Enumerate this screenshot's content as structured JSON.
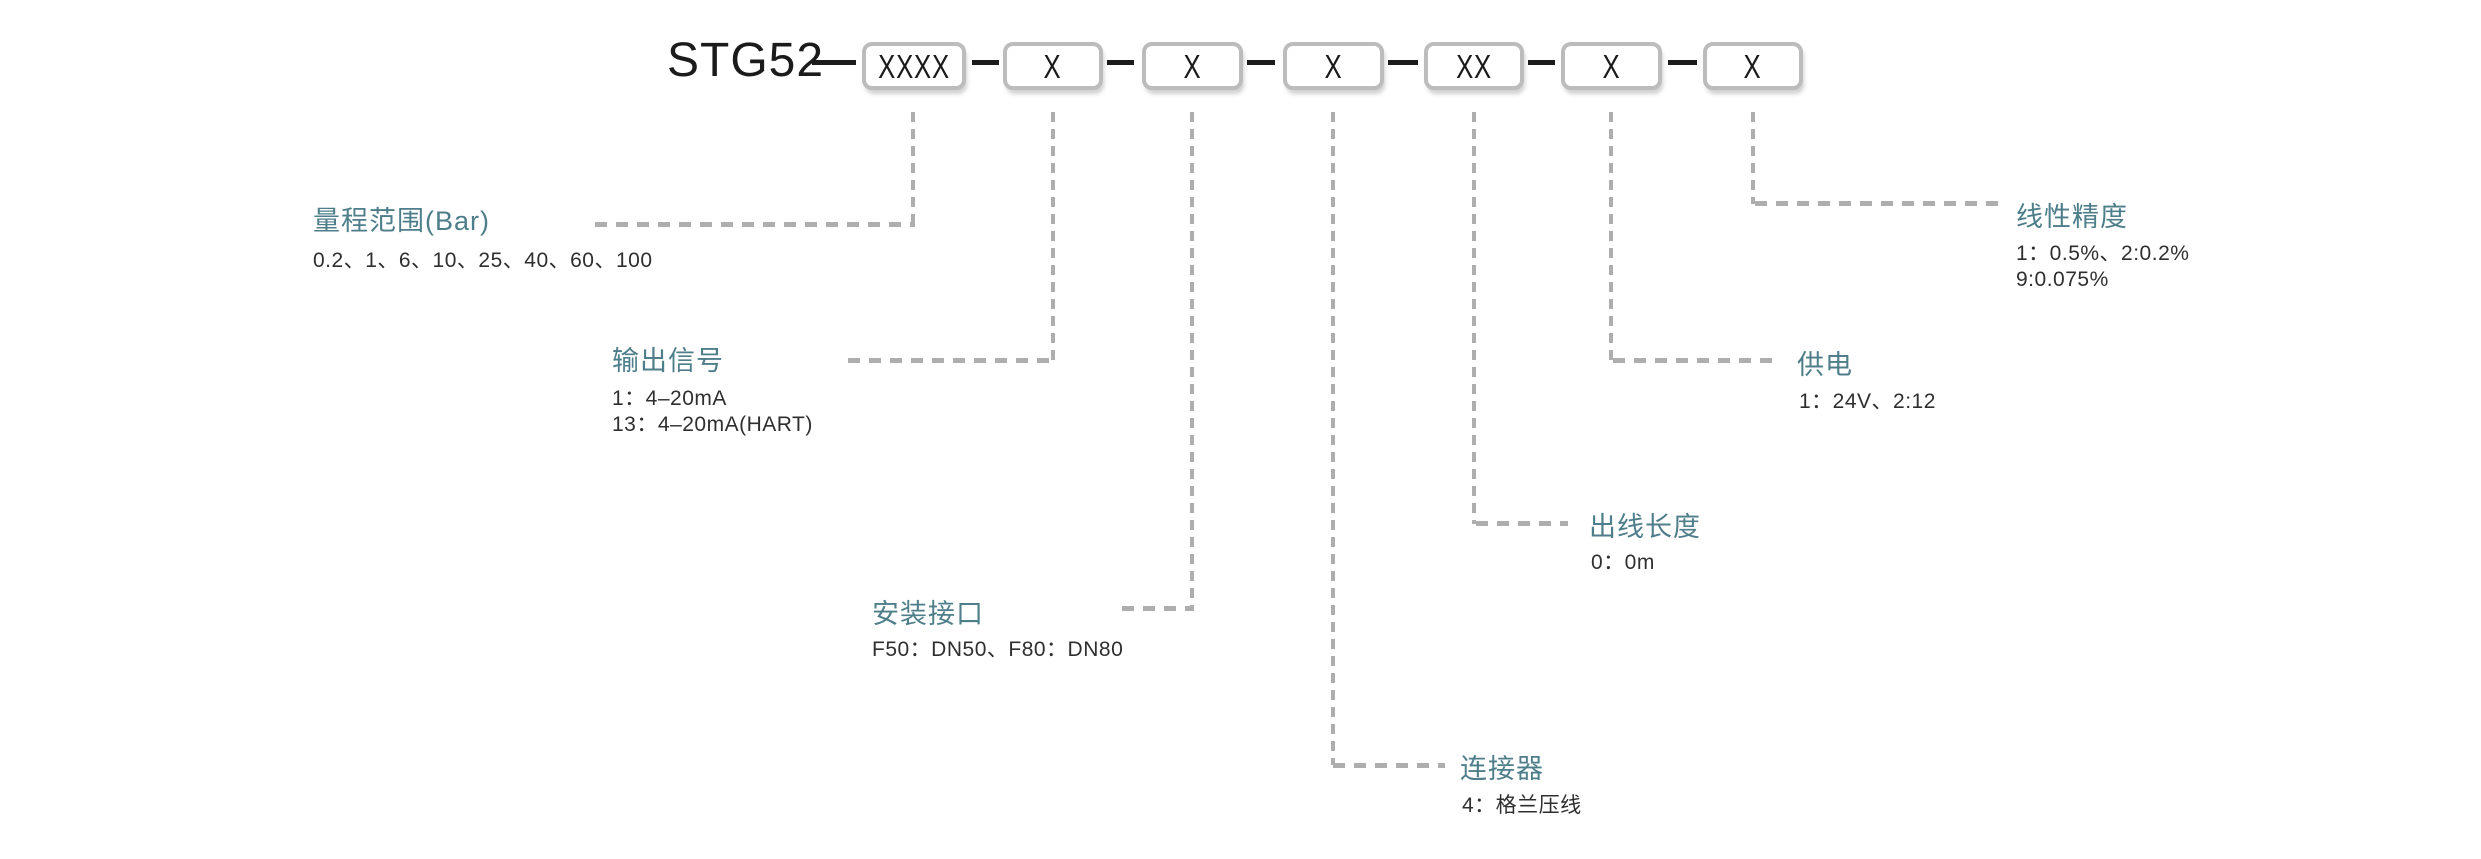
{
  "code": {
    "prefix": "STG52",
    "segments": [
      "XXXX",
      "X",
      "X",
      "X",
      "XX",
      "X",
      "X"
    ]
  },
  "fields": [
    {
      "name": "range",
      "label": "量程范围(Bar)",
      "values": [
        "0.2、1、6、10、25、40、60、100"
      ]
    },
    {
      "name": "output_signal",
      "label": "输出信号",
      "values": [
        "1：4–20mA",
        "13：4–20mA(HART)"
      ]
    },
    {
      "name": "mounting_interface",
      "label": "安装接口",
      "values": [
        "F50：DN50、F80：DN80"
      ]
    },
    {
      "name": "connector",
      "label": "连接器",
      "values": [
        "4：格兰压线"
      ]
    },
    {
      "name": "cable_length",
      "label": "出线长度",
      "values": [
        "0：0m"
      ]
    },
    {
      "name": "power_supply",
      "label": "供电",
      "values": [
        "1：24V、2:12"
      ]
    },
    {
      "name": "linearity_accuracy",
      "label": "线性精度",
      "values": [
        "1：0.5%、2:0.2%",
        "9:0.075%"
      ]
    }
  ],
  "colors": {
    "label": "#4d7e8a",
    "value": "#2f2f2f",
    "dash": "#aeaeae",
    "box_border": "#bcbcbc",
    "code": "#1b1b1b"
  }
}
